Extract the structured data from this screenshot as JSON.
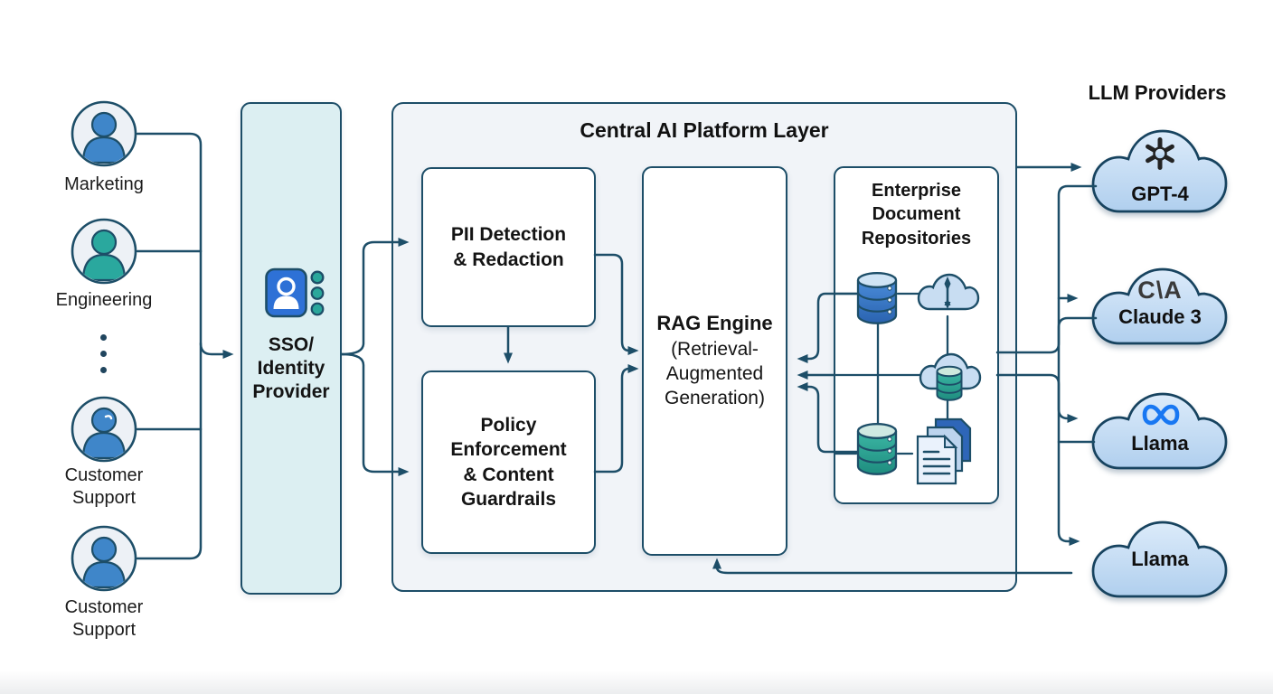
{
  "users": [
    {
      "label": "Marketing",
      "color": "#3f86c9"
    },
    {
      "label": "Engineering",
      "color": "#2aa89e"
    },
    {
      "label": "Customer\nSupport",
      "color": "#3f86c9"
    },
    {
      "label": "Customer\nSupport",
      "color": "#3f86c9"
    }
  ],
  "sso": {
    "label": "SSO/\nIdentity\nProvider"
  },
  "platform": {
    "title": "Central AI Platform Layer",
    "pii_label": "PII Detection\n& Redaction",
    "policy_label": "Policy\nEnforcement\n& Content\nGuardrails",
    "rag_title": "RAG Engine",
    "rag_subtitle": "(Retrieval-\nAugmented\nGeneration)",
    "repos_title": "Enterprise\nDocument\nRepositories"
  },
  "llm": {
    "title": "LLM Providers",
    "providers": [
      {
        "name": "GPT-4",
        "logo": "openai-logo"
      },
      {
        "name": "Claude 3",
        "logo_text": "C\\A"
      },
      {
        "name": "Llama",
        "logo": "meta-infinity-logo"
      },
      {
        "name": "Llama"
      }
    ]
  },
  "colors": {
    "line": "#1d4e68",
    "sso_fill": "#dceff2",
    "platform_fill": "#f1f4f8",
    "cloud_fill_light": "#d9e9f9",
    "cloud_fill_dark": "#b3d1ef",
    "meta_blue": "#1877f2",
    "db_blue": "#3b7ccb",
    "db_teal": "#2ea795"
  }
}
